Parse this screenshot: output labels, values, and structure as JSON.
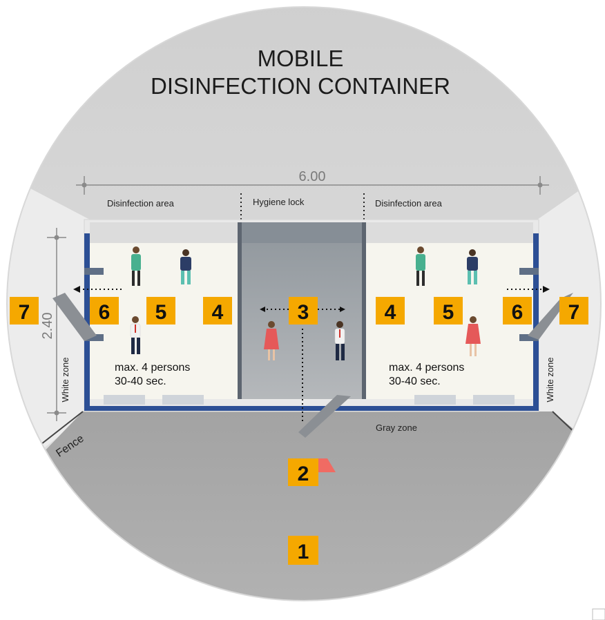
{
  "title": {
    "line1": "MOBILE",
    "line2": "DISINFECTION CONTAINER"
  },
  "dimensions": {
    "width": "6.00",
    "height": "2.40"
  },
  "areas": {
    "left": "Disinfection area",
    "middle": "Hygiene lock",
    "right": "Disinfection area"
  },
  "zones": {
    "white_left": "White zone",
    "white_right": "White zone",
    "gray": "Gray zone",
    "fence": "Fence"
  },
  "capacity": {
    "left_line1": "max. 4 persons",
    "left_line2": "30-40 sec.",
    "right_line1": "max. 4 persons",
    "right_line2": "30-40 sec."
  },
  "steps": {
    "s1": "1",
    "s2": "2",
    "s3": "3",
    "s4_left": "4",
    "s5_left": "5",
    "s6_left": "6",
    "s7_left": "7",
    "s4_right": "4",
    "s5_right": "5",
    "s6_right": "6",
    "s7_right": "7"
  },
  "colors": {
    "badge": "#f5a800",
    "floor_gray": "#a9a9a9",
    "room_floor": "#f6f5ee",
    "wall_blue": "#2c4f95"
  }
}
